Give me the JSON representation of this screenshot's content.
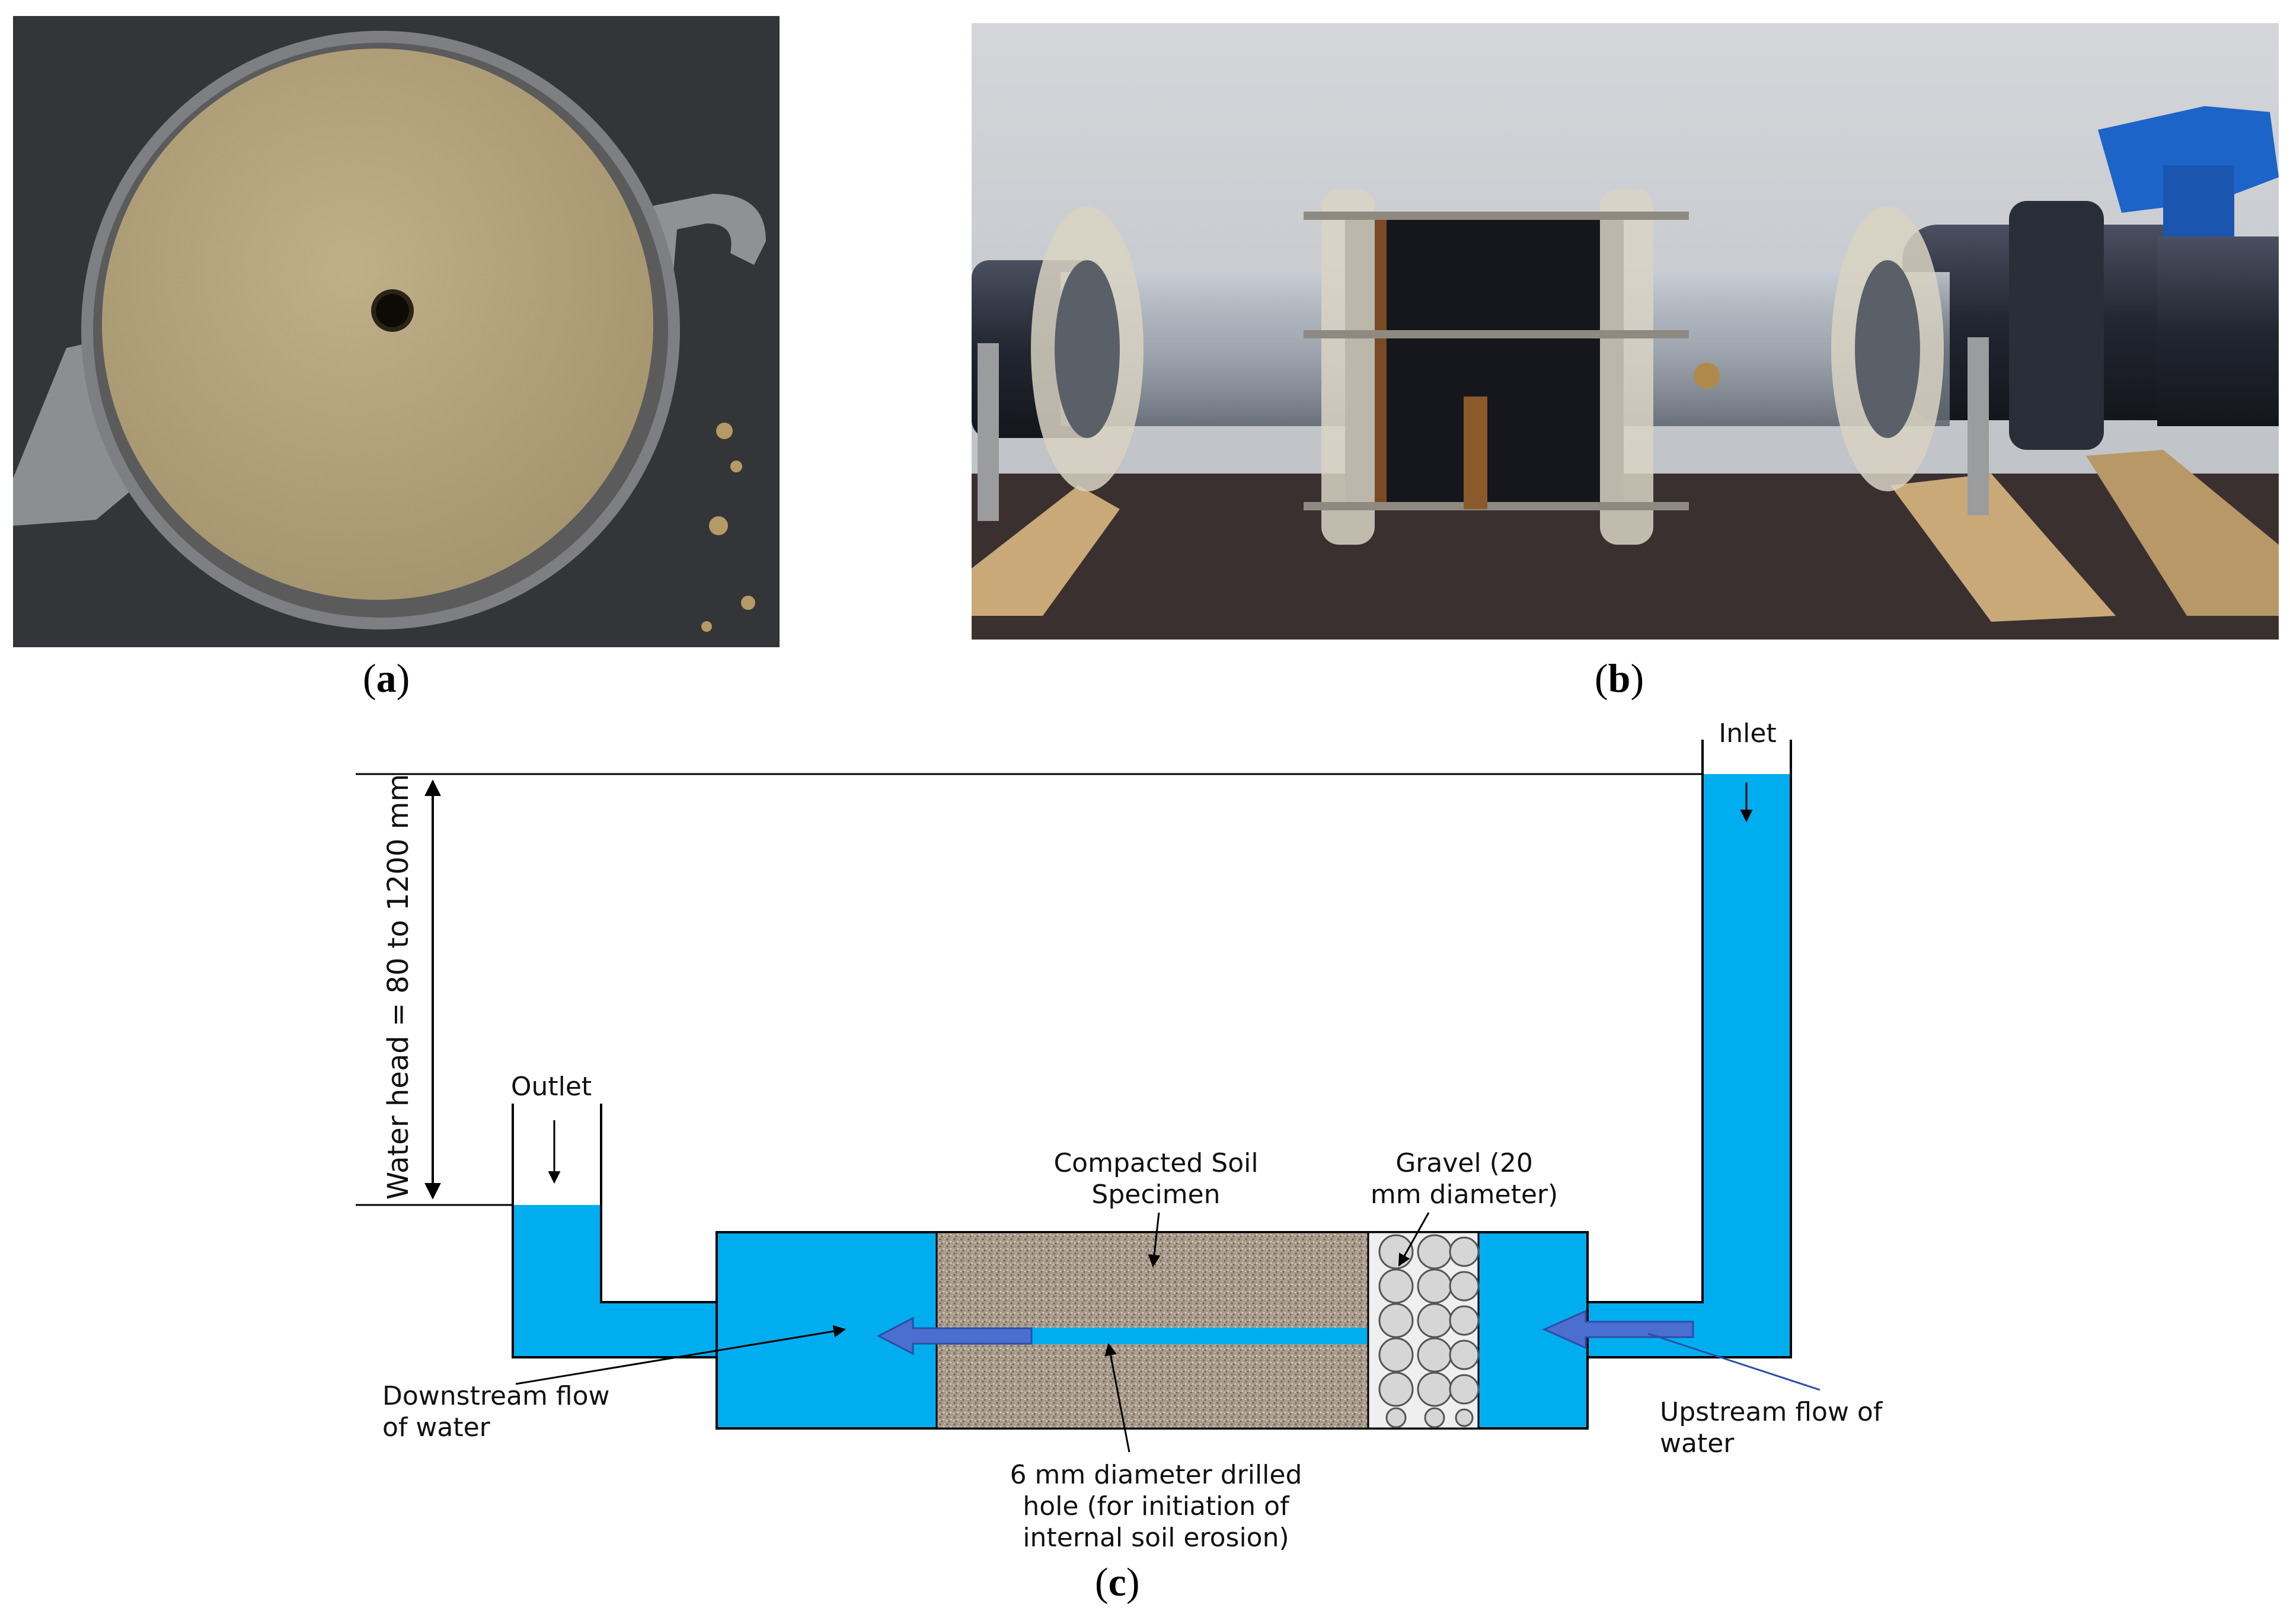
{
  "figure": {
    "panel_a_label": "a",
    "panel_b_label": "b",
    "panel_c_label": "c"
  },
  "diagram": {
    "inlet": "Inlet",
    "outlet": "Outlet",
    "water_head": "Water head = 80 to 1200 mm",
    "soil_line1": "Compacted Soil",
    "soil_line2": "Specimen",
    "gravel_line1": "Gravel (20",
    "gravel_line2": "mm diameter)",
    "downstream_line1": "Downstream flow",
    "downstream_line2": "of water",
    "upstream_line1": "Upstream flow of",
    "upstream_line2": "water",
    "hole_line1": "6 mm diameter drilled",
    "hole_line2": "hole (for initiation of",
    "hole_line3": "internal soil erosion)"
  },
  "colors": {
    "water": "#00AEEF",
    "soil": "#A89A8A",
    "arrow_fill": "#4A6FD0",
    "arrow_stroke": "#2B4FA8"
  }
}
